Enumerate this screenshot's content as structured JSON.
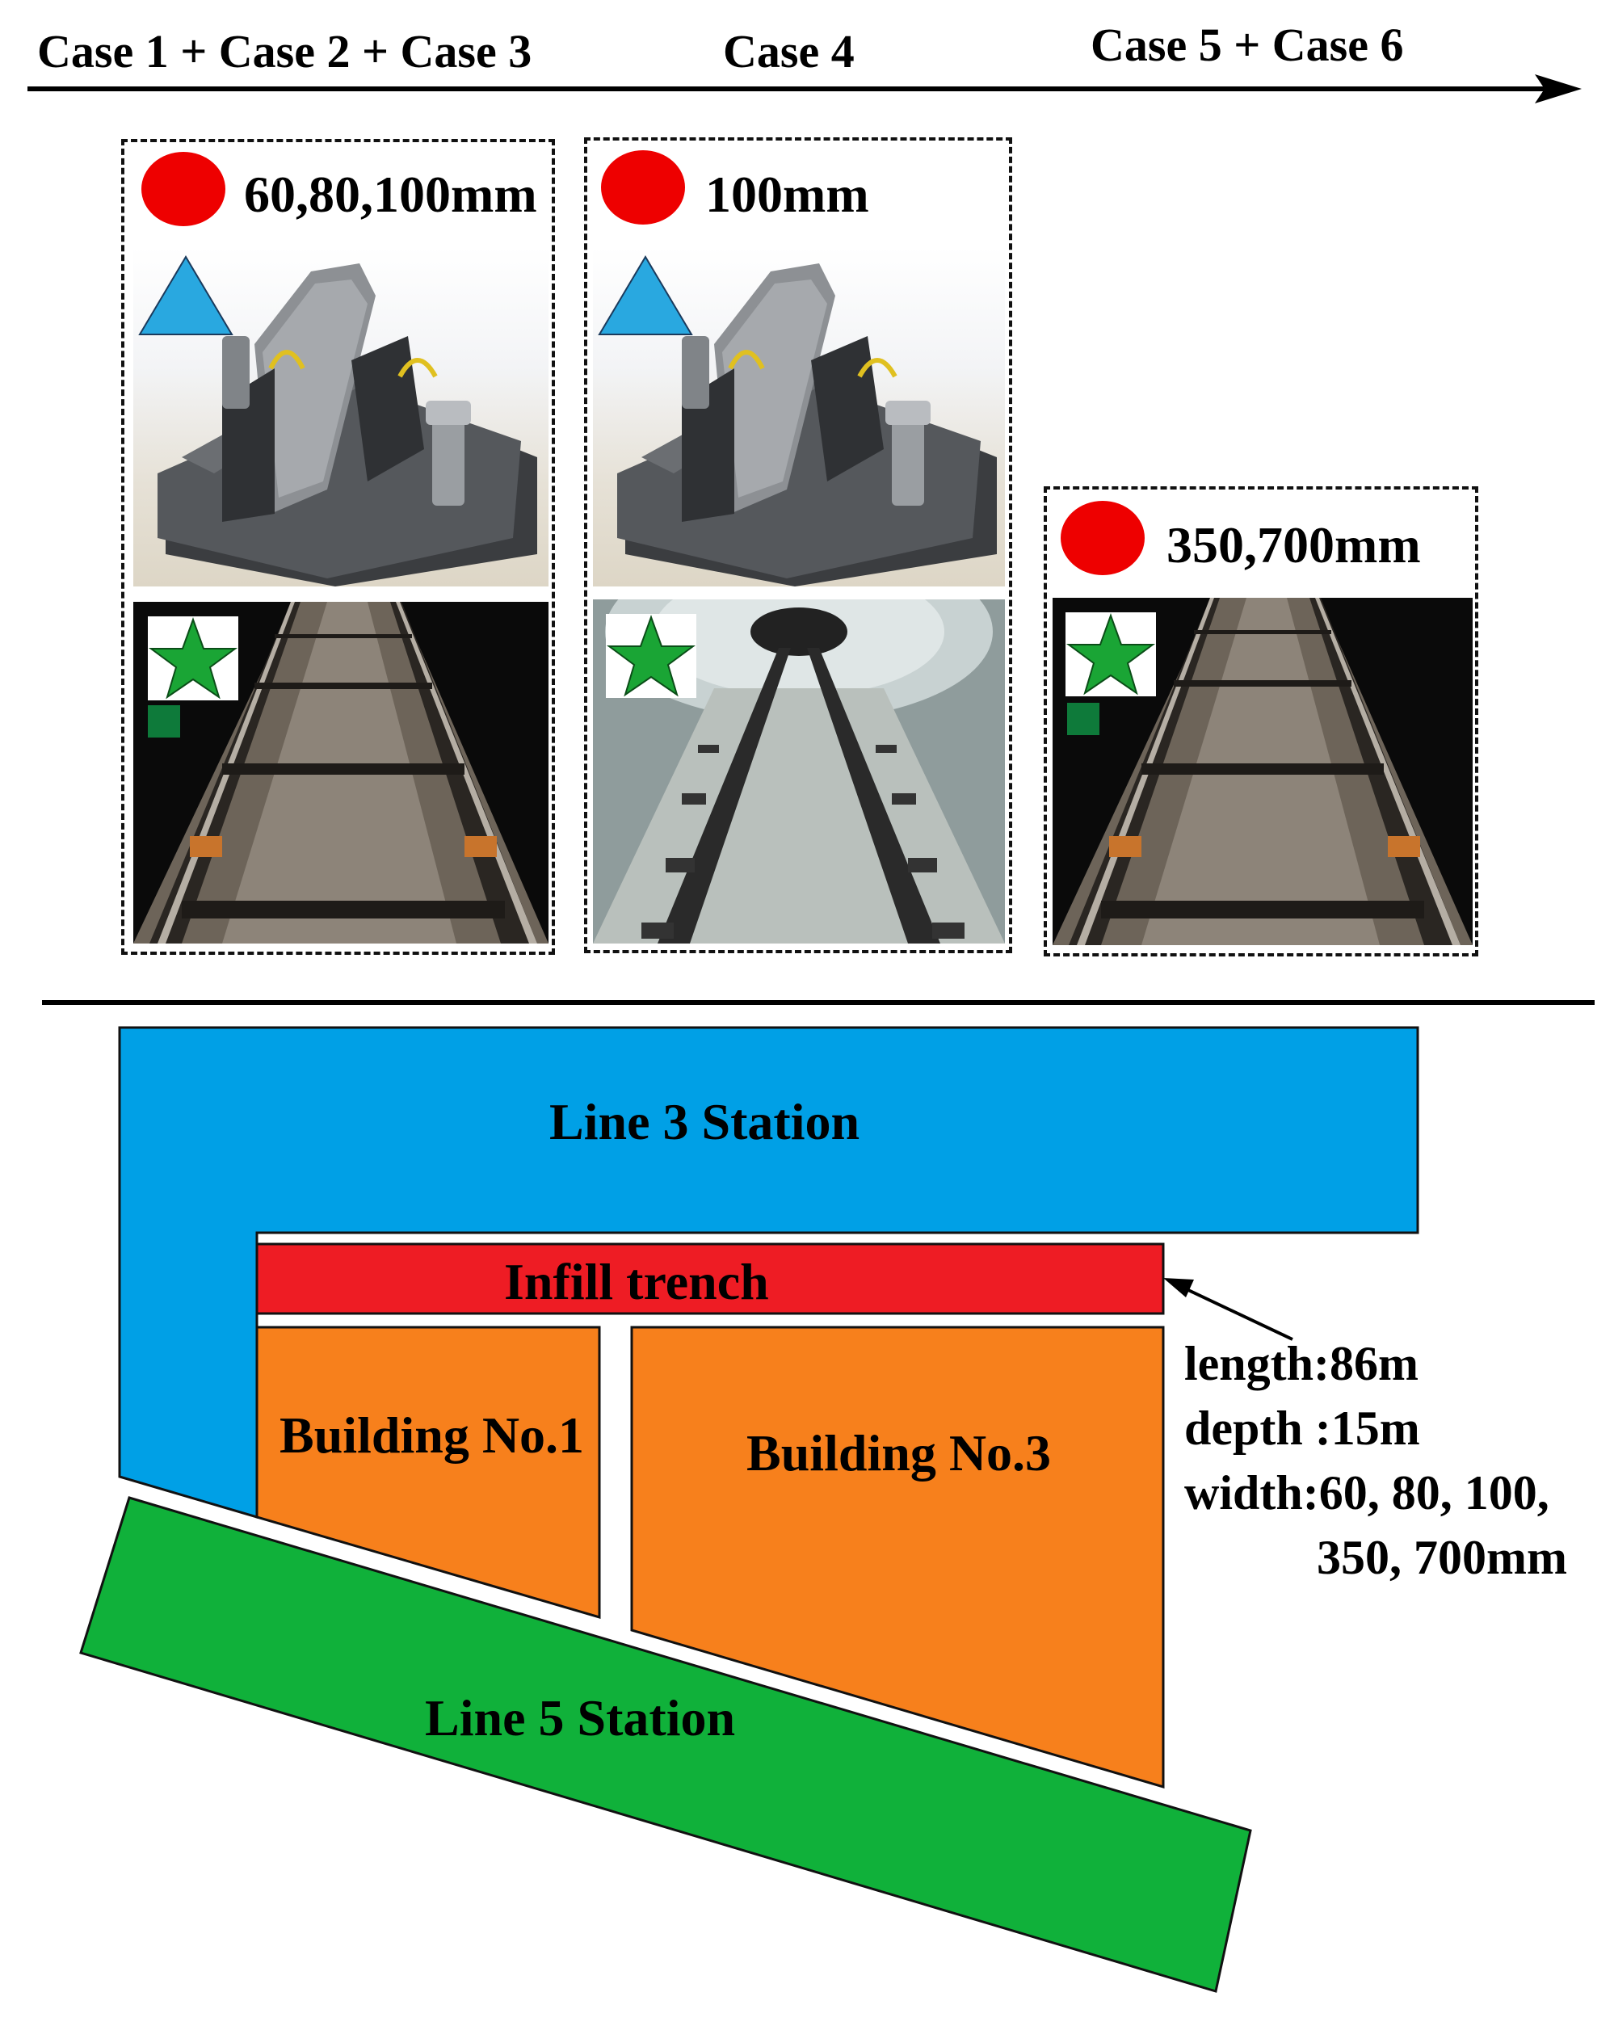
{
  "timeline": {
    "case_labels": [
      "Case 1 + Case 2 + Case 3",
      "Case 4",
      "Case 5 + Case 6"
    ]
  },
  "case_boxes": [
    {
      "label": "60,80,100mm",
      "has_fastener_image": true,
      "track_scene": "dark-track"
    },
    {
      "label": "100mm",
      "has_fastener_image": true,
      "track_scene": "tunnel-track"
    },
    {
      "label": "350,700mm",
      "has_fastener_image": false,
      "track_scene": "dark-track"
    }
  ],
  "markers": {
    "red_circle": "#ee0000",
    "blue_triangle": "#29a8e0",
    "green_star": "#1aa535"
  },
  "plan": {
    "line3_station": "Line 3 Station",
    "infill_trench": "Infill trench",
    "building_1": "Building No.1",
    "building_3": "Building No.3",
    "line5_station": "Line 5 Station",
    "trench_specs": [
      "length:86m",
      "depth :15m",
      "width:60, 80, 100,",
      "350, 700mm"
    ],
    "colors": {
      "line3": "#00a0e6",
      "trench": "#ee1c24",
      "building": "#f7801c",
      "line5": "#10b13a"
    }
  }
}
